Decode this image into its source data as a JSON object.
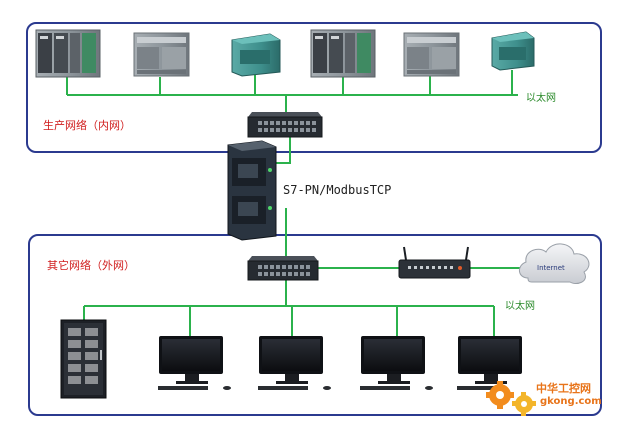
{
  "zones": {
    "internal": {
      "label": "生产网络（内网）"
    },
    "external": {
      "label": "其它网络（外网）"
    }
  },
  "labels": {
    "ethernet_top": "以太网",
    "ethernet_bottom": "以太网",
    "protocol": "S7-PN/ModbusTCP",
    "cloud": "Internet"
  },
  "watermark": {
    "line1": "中华工控网",
    "line2": "gkong.com"
  },
  "colors": {
    "zone_border": "#2b3a8f",
    "network_line": "#2bb24c",
    "zone_label": "#d01c1c",
    "eth_label": "#2a8a2a",
    "plc_gray": "#8e969c",
    "plc_teal": "#3e8f8c",
    "gateway_dark": "#2a3440",
    "monitor_dark": "#121418",
    "watermark_orange": "#f28c1e"
  },
  "devices": {
    "plcs": [
      {
        "name": "plc-s7-400-1",
        "kind": "s7-400"
      },
      {
        "name": "plc-s7-1200-1",
        "kind": "s7-1200"
      },
      {
        "name": "plc-s7-1500-1",
        "kind": "s7-1500"
      },
      {
        "name": "plc-s7-400-2",
        "kind": "s7-400"
      },
      {
        "name": "plc-s7-1200-2",
        "kind": "s7-1200"
      },
      {
        "name": "plc-s7-1500-2",
        "kind": "s7-1500"
      }
    ],
    "monitors": [
      "pc-1",
      "pc-2",
      "pc-3",
      "pc-4"
    ]
  }
}
